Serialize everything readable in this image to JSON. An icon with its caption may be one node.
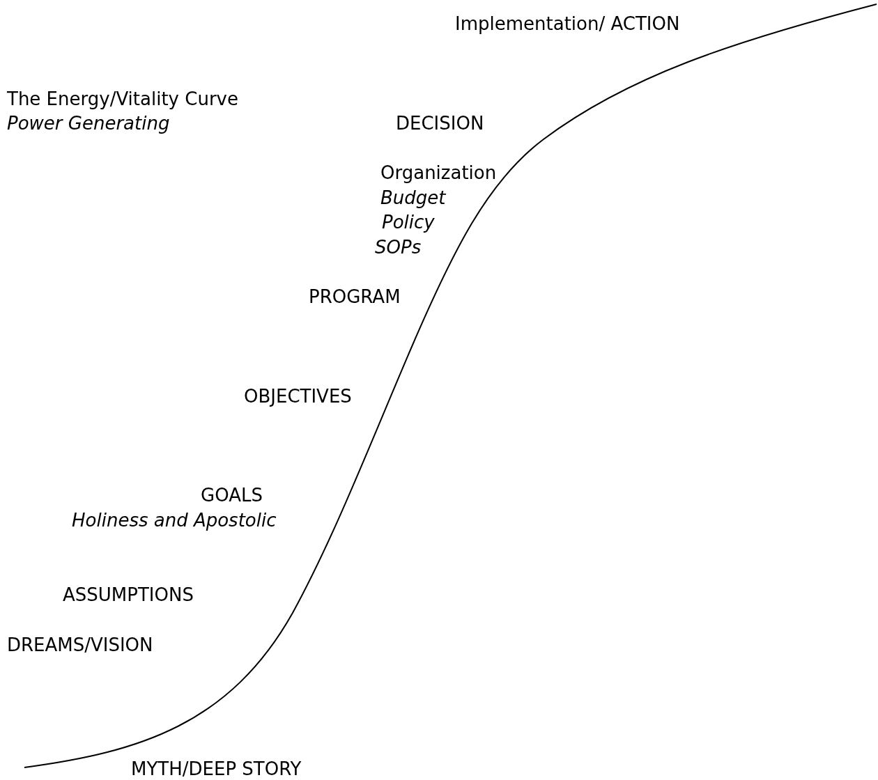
{
  "diagram": {
    "title": "The Energy/Vitality Curve",
    "labels": [
      "Implementation/ ACTION",
      "Power Generating",
      "DECISION",
      "Organization",
      "Budget",
      "Policy",
      "SOPs",
      "PROGRAM",
      "OBJECTIVES",
      "GOALS",
      "Holiness and Apostolic",
      "ASSUMPTIONS",
      "DREAMS/VISION",
      "MYTH/DEEP STORY"
    ]
  }
}
